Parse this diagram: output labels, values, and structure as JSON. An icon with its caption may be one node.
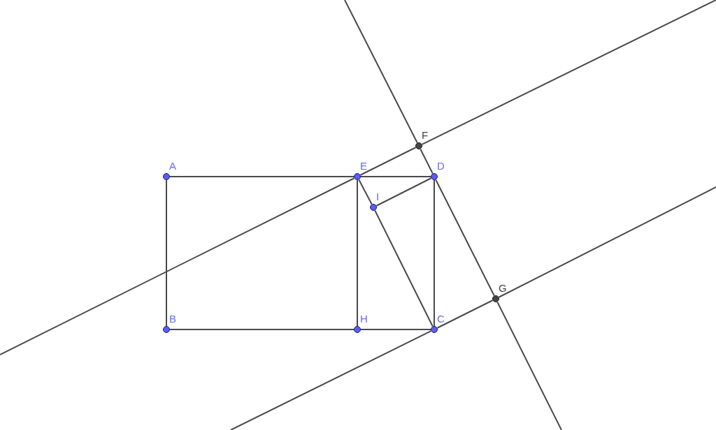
{
  "diagram": {
    "nodes": [
      {
        "text": [],
        "shape": "circle",
        "beside": [
          "A"
        ]
      },
      {
        "text": [],
        "shape": "circle",
        "beside": [
          "B"
        ]
      },
      {
        "text": [],
        "shape": "circle",
        "beside": [
          "C"
        ]
      },
      {
        "text": [],
        "shape": "circle",
        "beside": [
          "D"
        ]
      },
      {
        "text": [],
        "shape": "circle",
        "beside": [
          "E"
        ]
      },
      {
        "text": [],
        "shape": "circle",
        "beside": [
          "F"
        ]
      },
      {
        "text": [],
        "shape": "circle",
        "beside": [
          "G"
        ]
      },
      {
        "text": [],
        "shape": "circle",
        "beside": [
          "H"
        ]
      },
      {
        "text": [],
        "shape": "circle",
        "beside": [
          "I"
        ]
      }
    ],
    "edges": [
      {
        "from": 0,
        "to": 1,
        "arrow": "none"
      },
      {
        "from": 1,
        "to": 7,
        "arrow": "none"
      },
      {
        "from": 7,
        "to": 2,
        "arrow": "none"
      },
      {
        "from": 0,
        "to": 4,
        "arrow": "none"
      },
      {
        "from": 4,
        "to": 3,
        "arrow": "none"
      },
      {
        "from": 3,
        "to": 2,
        "arrow": "none"
      },
      {
        "from": 4,
        "to": 7,
        "arrow": "none"
      },
      {
        "from": 4,
        "to": 8,
        "arrow": "none"
      },
      {
        "from": 8,
        "to": 2,
        "arrow": "none"
      },
      {
        "from": 8,
        "to": 3,
        "arrow": "none"
      },
      {
        "from": null,
        "to": 4,
        "arrow": "none"
      },
      {
        "from": 4,
        "to": 5,
        "arrow": "none"
      },
      {
        "from": 5,
        "to": null,
        "arrow": "none"
      },
      {
        "from": null,
        "to": 2,
        "arrow": "none"
      },
      {
        "from": 2,
        "to": 6,
        "arrow": "none"
      },
      {
        "from": 6,
        "to": null,
        "arrow": "none"
      },
      {
        "from": null,
        "to": 5,
        "arrow": "none"
      },
      {
        "from": 5,
        "to": 3,
        "arrow": "none"
      },
      {
        "from": 3,
        "to": 6,
        "arrow": "none"
      },
      {
        "from": 6,
        "to": null,
        "arrow": "none"
      }
    ]
  }
}
